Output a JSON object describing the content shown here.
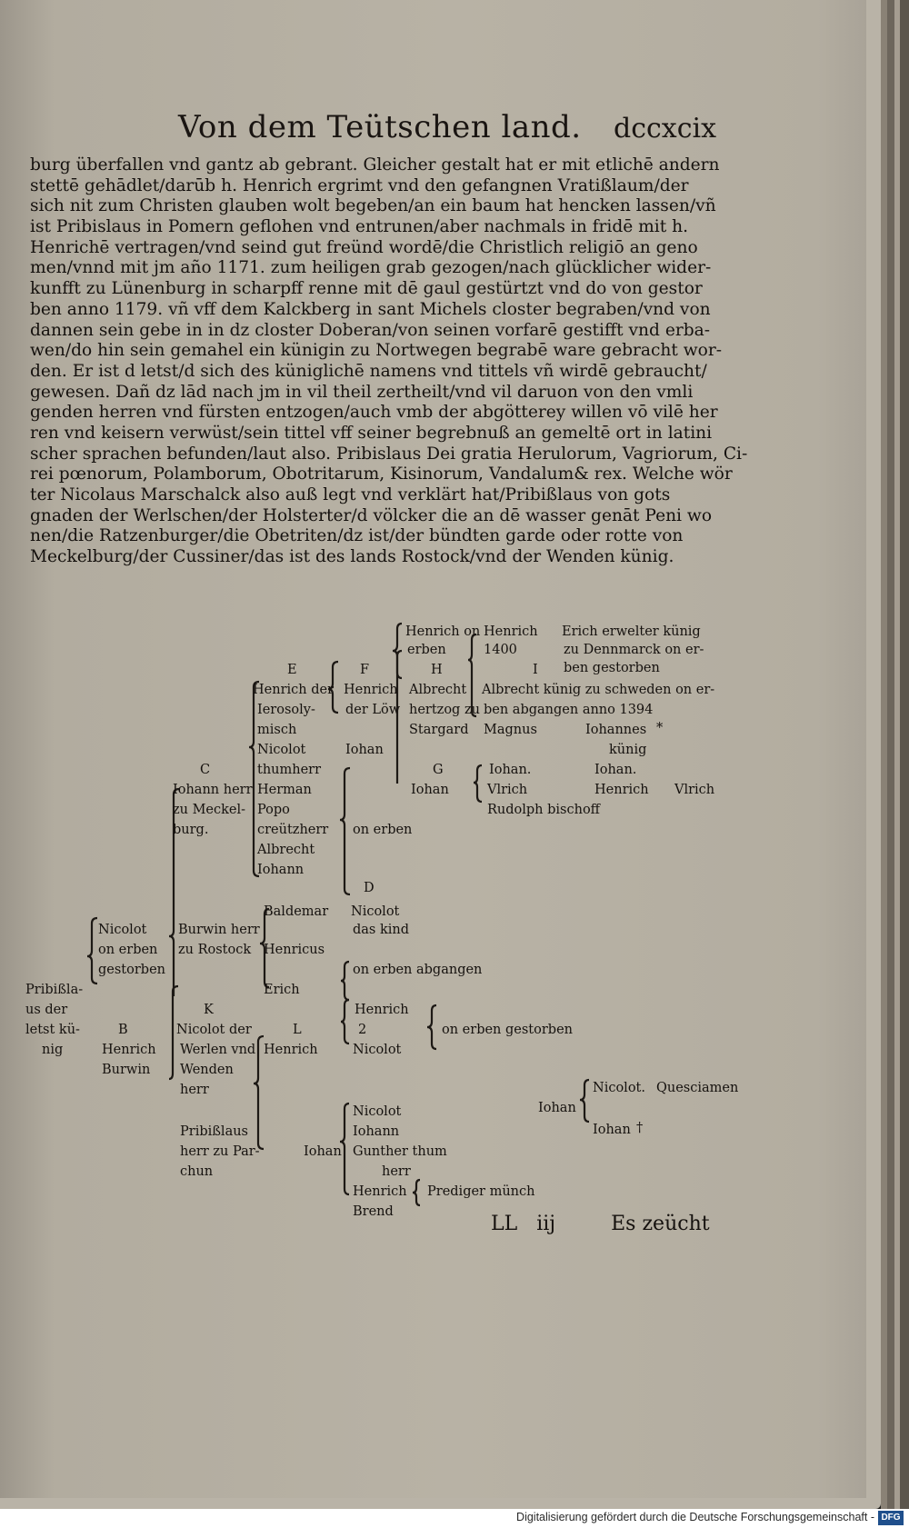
{
  "page": {
    "running_head": "Von dem Teütschen land.",
    "folio": "dccxcix"
  },
  "body_lines": [
    "burg überfallen vnd gantz ab gebrant. Gleicher gestalt hat er mit etlichē andern",
    "stettē gehādlet/darūb h. Henrich ergrimt vnd den gefangnen Vratißlaum/der",
    "sich nit zum Christen glauben wolt begeben/an ein baum hat hencken lassen/vñ",
    "ist Pribislaus in Pomern geflohen vnd entrunen/aber nachmals in fridē mit h.",
    "Henrichē vertragen/vnd seind gut freünd wordē/die Christlich religiō an geno",
    "men/vnnd mit jm año 1171. zum heiligen grab gezogen/nach glücklicher wider-",
    "kunfft zu Lünenburg in scharpff renne mit dē gaul gestürtzt vnd do von gestor",
    "ben anno 1179. vñ vff dem Kalckberg in sant Michels closter begraben/vnd von",
    "dannen sein gebe in in dz closter Doberan/von seinen vorfarē gestifft vnd erba-",
    "wen/do hin sein gemahel ein künigin zu Nortwegen begrabē ware gebracht wor-",
    "den. Er ist d letst/d sich des küniglichē namens vnd tittels vñ wirdē gebraucht/",
    "gewesen. Dañ dz lād nach jm in vil theil zertheilt/vnd vil daruon von den vmli",
    "genden herren vnd fürsten entzogen/auch vmb der abgötterey willen vō vilē her",
    "ren vnd keisern verwüst/sein tittel vff seiner begrebnuß an gemeltē ort in latini",
    "scher sprachen befunden/laut also. Pribislaus Dei gratia Herulorum, Vagriorum, Ci-",
    "rei pœnorum, Polamborum, Obotritarum, Kisinorum, Vandalum& rex. Welche wör",
    "ter Nicolaus Marschalck also auß legt vnd verklärt hat/Pribißlaus von gots",
    "gnaden der Werlschen/der Holsterter/d völcker die an dē wasser genāt Peni wo",
    "nen/die Ratzenburger/die Obetriten/dz ist/der bündten garde oder rotte von",
    "Meckelburg/der Cussiner/das ist des lands Rostock/vnd der Wenden künig."
  ],
  "genealogy": [
    {
      "id": "g1",
      "text": "Henrich on"
    },
    {
      "id": "g2",
      "text": "erben"
    },
    {
      "id": "g3",
      "text": "Henrich"
    },
    {
      "id": "g4",
      "text": "1400"
    },
    {
      "id": "g5",
      "text": "Erich erwelter künig"
    },
    {
      "id": "g6",
      "text": "zu Dennmarck on er-"
    },
    {
      "id": "g7",
      "text": "ben gestorben"
    },
    {
      "id": "g8",
      "text": "E"
    },
    {
      "id": "g9",
      "text": "F"
    },
    {
      "id": "g10",
      "text": "H"
    },
    {
      "id": "g11",
      "text": "I"
    },
    {
      "id": "g12",
      "text": "Henrich der"
    },
    {
      "id": "g13",
      "text": "Henrich"
    },
    {
      "id": "g14",
      "text": "Albrecht"
    },
    {
      "id": "g15",
      "text": "Albrecht künig zu schweden on er-"
    },
    {
      "id": "g16",
      "text": "Ierosoly-"
    },
    {
      "id": "g17",
      "text": "der Löw"
    },
    {
      "id": "g18",
      "text": "hertzog zu"
    },
    {
      "id": "g19",
      "text": "ben abgangen anno 1394"
    },
    {
      "id": "g20",
      "text": "misch"
    },
    {
      "id": "g21",
      "text": "Stargard"
    },
    {
      "id": "g22",
      "text": "Magnus"
    },
    {
      "id": "g23",
      "text": "Iohannes"
    },
    {
      "id": "g24",
      "text": "*"
    },
    {
      "id": "g25",
      "text": "Nicolot"
    },
    {
      "id": "g26",
      "text": "Iohan"
    },
    {
      "id": "g27",
      "text": "künig"
    },
    {
      "id": "g28",
      "text": "C"
    },
    {
      "id": "g29",
      "text": "thumherr"
    },
    {
      "id": "g30",
      "text": "G"
    },
    {
      "id": "g31",
      "text": "Iohan."
    },
    {
      "id": "g32",
      "text": "Iohan."
    },
    {
      "id": "g33",
      "text": "Iohann herr"
    },
    {
      "id": "g34",
      "text": "Herman"
    },
    {
      "id": "g35",
      "text": "Iohan"
    },
    {
      "id": "g36",
      "text": "Vlrich"
    },
    {
      "id": "g37",
      "text": "Henrich"
    },
    {
      "id": "g38",
      "text": "Vlrich"
    },
    {
      "id": "g39",
      "text": "zu Meckel-"
    },
    {
      "id": "g40",
      "text": "Popo"
    },
    {
      "id": "g41",
      "text": "Rudolph bischoff"
    },
    {
      "id": "g42",
      "text": "burg."
    },
    {
      "id": "g43",
      "text": "creützherr"
    },
    {
      "id": "g44",
      "text": "on erben"
    },
    {
      "id": "g45",
      "text": "Albrecht"
    },
    {
      "id": "g46",
      "text": "Iohann"
    },
    {
      "id": "g47",
      "text": "D"
    },
    {
      "id": "g48",
      "text": "Baldemar"
    },
    {
      "id": "g49",
      "text": "Nicolot"
    },
    {
      "id": "g50",
      "text": "Nicolot"
    },
    {
      "id": "g51",
      "text": "das kind"
    },
    {
      "id": "g52",
      "text": "Burwin herr"
    },
    {
      "id": "g53",
      "text": "on erben"
    },
    {
      "id": "g54",
      "text": "zu Rostock"
    },
    {
      "id": "g55",
      "text": "Henricus"
    },
    {
      "id": "g56",
      "text": "gestorben"
    },
    {
      "id": "g57",
      "text": "on erben abgangen"
    },
    {
      "id": "g58",
      "text": "Pribißla-"
    },
    {
      "id": "g59",
      "text": "Erich"
    },
    {
      "id": "g60",
      "text": "us der"
    },
    {
      "id": "g61",
      "text": "K"
    },
    {
      "id": "g62",
      "text": "Henrich"
    },
    {
      "id": "g63",
      "text": "letst kü-"
    },
    {
      "id": "g64",
      "text": "B"
    },
    {
      "id": "g65",
      "text": "Nicolot der"
    },
    {
      "id": "g66",
      "text": "L"
    },
    {
      "id": "g67",
      "text": "2"
    },
    {
      "id": "g68",
      "text": "on erben gestorben"
    },
    {
      "id": "g69",
      "text": "nig"
    },
    {
      "id": "g70",
      "text": "Henrich"
    },
    {
      "id": "g71",
      "text": "Werlen vnd"
    },
    {
      "id": "g72",
      "text": "Henrich"
    },
    {
      "id": "g73",
      "text": "Nicolot"
    },
    {
      "id": "g74",
      "text": "Burwin"
    },
    {
      "id": "g75",
      "text": "Wenden"
    },
    {
      "id": "g76",
      "text": "herr"
    },
    {
      "id": "g77",
      "text": "Nicolot."
    },
    {
      "id": "g78",
      "text": "Quesciamen"
    },
    {
      "id": "g79",
      "text": "Iohan"
    },
    {
      "id": "g80",
      "text": "Nicolot"
    },
    {
      "id": "g81",
      "text": "Iohann"
    },
    {
      "id": "g82",
      "text": "Iohan"
    },
    {
      "id": "g83",
      "text": "†"
    },
    {
      "id": "g84",
      "text": "Pribißlaus"
    },
    {
      "id": "g85",
      "text": "Iohan"
    },
    {
      "id": "g86",
      "text": "Gunther thum"
    },
    {
      "id": "g87",
      "text": "herr zu Par-"
    },
    {
      "id": "g88",
      "text": "herr"
    },
    {
      "id": "g89",
      "text": "chun"
    },
    {
      "id": "g90",
      "text": "Henrich"
    },
    {
      "id": "g91",
      "text": "Prediger münch"
    },
    {
      "id": "g92",
      "text": "Brend"
    }
  ],
  "signature": {
    "mark": "LL",
    "number": "iij",
    "catchword": "Es zeücht"
  },
  "footer": {
    "text": "Digitalisierung gefördert durch die Deutsche Forschungsgemeinschaft -",
    "logo": "DFG"
  }
}
